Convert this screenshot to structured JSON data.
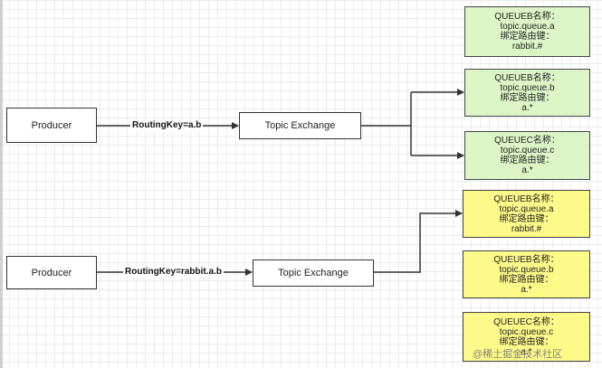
{
  "flows": [
    {
      "producer": "Producer",
      "routing_key": "RoutingKey=a.b",
      "exchange": "Topic Exchange"
    },
    {
      "producer": "Producer",
      "routing_key": "RoutingKey=rabbit.a.b",
      "exchange": "Topic Exchange"
    }
  ],
  "queues": [
    {
      "name": "QUEUEB名称：",
      "queue": "topic.queue.a",
      "binding_label": "绑定路由键：",
      "binding_key": "rabbit.#",
      "color": "#dbf5c6"
    },
    {
      "name": "QUEUEB名称：",
      "queue": "topic.queue.b",
      "binding_label": "绑定路由键：",
      "binding_key": "a.*",
      "color": "#dbf5c6"
    },
    {
      "name": "QUEUEC名称：",
      "queue": "topic.queue.c",
      "binding_label": "绑定路由键：",
      "binding_key": "a.*",
      "color": "#dbf5c6"
    },
    {
      "name": "QUEUEB名称：",
      "queue": "topic.queue.a",
      "binding_label": "绑定路由键：",
      "binding_key": "rabbit.#",
      "color": "#fdfa8a"
    },
    {
      "name": "QUEUEB名称：",
      "queue": "topic.queue.b",
      "binding_label": "绑定路由键：",
      "binding_key": "a.*",
      "color": "#fdfa8a"
    },
    {
      "name": "QUEUEC名称：",
      "queue": "topic.queue.c",
      "binding_label": "绑定路由键：",
      "binding_key": "a.*",
      "color": "#fdfa8a"
    }
  ],
  "watermark": "@稀土掘金技术社区"
}
